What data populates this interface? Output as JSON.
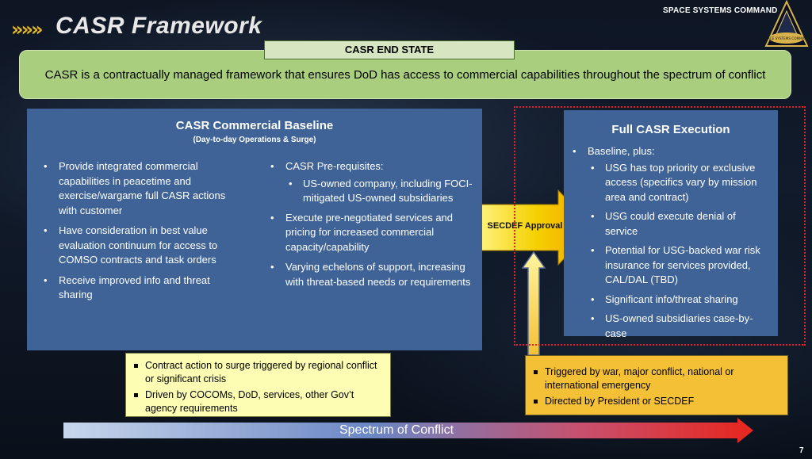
{
  "header": {
    "chevrons": "»»»",
    "title": "CASR Framework",
    "org": "SPACE SYSTEMS COMMAND",
    "logo_text": "SPACE SYSTEMS COMMAND"
  },
  "end_state": {
    "label": "CASR END STATE",
    "text": "CASR is a contractually managed framework that ensures DoD has access to commercial capabilities throughout the spectrum of conflict"
  },
  "baseline": {
    "title": "CASR Commercial Baseline",
    "subtitle": "(Day-to-day Operations & Surge)",
    "left_bullets": [
      "Provide integrated commercial capabilities in peacetime and exercise/wargame full CASR actions with customer",
      "Have consideration in best value evaluation continuum for access to COMSO contracts and task orders",
      "Receive improved info and threat sharing"
    ],
    "right_bullets": {
      "prereq": "CASR Pre-requisites:",
      "prereq_sub": "US-owned company, including FOCI-mitigated US-owned subsidiaries",
      "item2": "Execute pre-negotiated services and pricing for increased commercial capacity/capability",
      "item3": "Varying echelons of support, increasing with threat-based needs or requirements"
    }
  },
  "approval_arrow": {
    "label": "SECDEF Approval"
  },
  "full_execution": {
    "title": "Full CASR Execution",
    "baseline_plus": "Baseline, plus:",
    "sub_bullets": [
      "USG has top priority or exclusive access (specifics vary by mission area and contract)",
      "USG could execute denial of service",
      "Potential for USG-backed war risk insurance for services provided, CAL/DAL (TBD)",
      "Significant info/threat sharing",
      "US-owned subsidiaries case-by-case"
    ]
  },
  "surge_note": {
    "items": [
      "Contract action to surge triggered by regional conflict or significant crisis",
      "Driven by COCOMs, DoD, services, other Gov’t agency requirements"
    ]
  },
  "trigger_note": {
    "items": [
      "Triggered by war, major conflict, national or international emergency",
      "Directed by President or SECDEF"
    ]
  },
  "spectrum": {
    "label": "Spectrum of Conflict"
  },
  "page_number": "7",
  "colors": {
    "panel_blue": "#3f6396",
    "end_state_green": "#a9ce7e",
    "arrow_yellow": "#f5d000",
    "note_yellow": "#fdfdb3",
    "note_orange": "#f3c036",
    "dotted_red": "#e0202a",
    "spectrum_start": "#c8d6ec",
    "spectrum_end": "#e8261e"
  }
}
